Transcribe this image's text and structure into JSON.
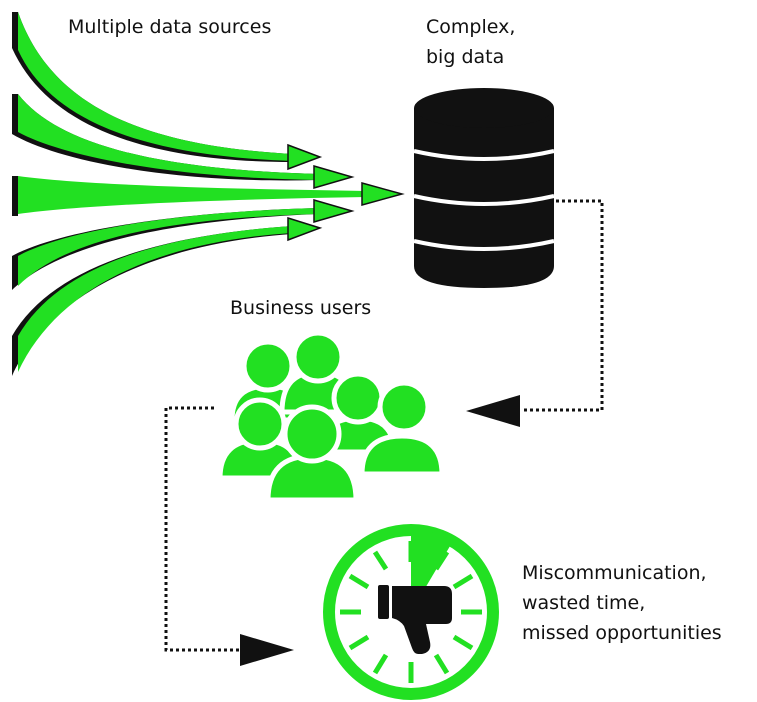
{
  "labels": {
    "sources": "Multiple data sources",
    "big_data": [
      "Complex,",
      "big data"
    ],
    "users": "Business users",
    "outcome": [
      "Miscommunication,",
      "wasted time,",
      "missed opportunities"
    ]
  },
  "icons": {
    "database": "database-icon",
    "users": "users-group-icon",
    "clock": "clock-icon",
    "thumbs_down": "thumbs-down-icon"
  },
  "colors": {
    "accent": "#22e022",
    "dark": "#111111",
    "background": "#ffffff"
  }
}
